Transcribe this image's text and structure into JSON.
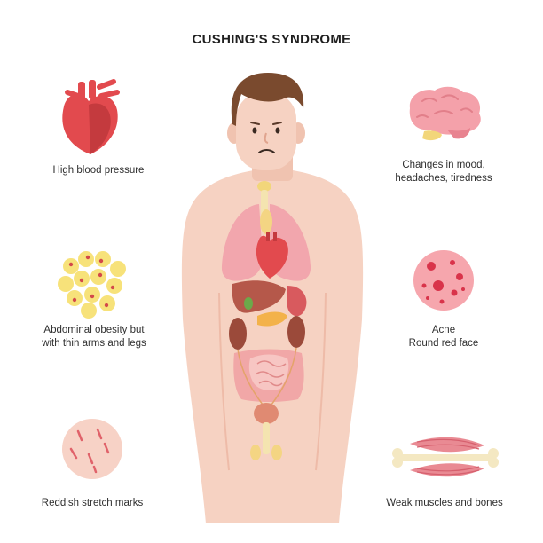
{
  "title": "CUSHING'S SYNDROME",
  "symptoms": {
    "high_blood_pressure": {
      "label": "High blood pressure",
      "icon": "heart-icon"
    },
    "mood_changes": {
      "line1": "Changes in mood,",
      "line2": "headaches, tiredness",
      "icon": "brain-icon"
    },
    "abdominal_obesity": {
      "line1": "Abdominal obesity but",
      "line2": "with thin arms and legs",
      "icon": "fat-cells-icon"
    },
    "acne": {
      "line1": "Acne",
      "line2": "Round red face",
      "icon": "acne-skin-icon"
    },
    "stretch_marks": {
      "label": "Reddish stretch marks",
      "icon": "stretch-marks-icon"
    },
    "weak_muscles": {
      "label": "Weak muscles and bones",
      "icon": "muscle-bone-icon"
    }
  },
  "colors": {
    "skin": "#f6d2c2",
    "hair": "#7a4a2e",
    "organ_red": "#e24a4e",
    "lung_pink": "#f2a6ad",
    "liver_brown": "#b5584a",
    "fat_yellow": "#f7e27a",
    "intestine_pink": "#f1a7a7"
  }
}
